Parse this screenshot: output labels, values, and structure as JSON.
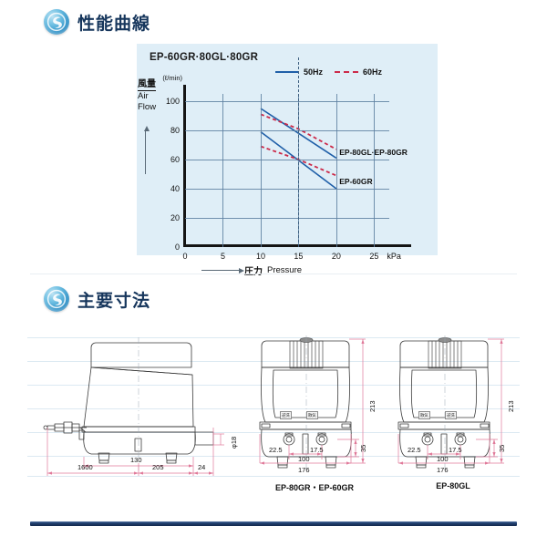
{
  "sections": [
    {
      "id": "performance",
      "title": "性能曲線",
      "icon": "swirl-logo-icon"
    },
    {
      "id": "dimensions",
      "title": "主要寸法",
      "icon": "swirl-logo-icon"
    }
  ],
  "chart_panel": {
    "title": "EP-60GR·80GL·80GR",
    "background": "#dfeef7"
  },
  "chart_data": {
    "type": "line",
    "title": "EP-60GR·80GL·80GR",
    "xlabel": "圧力  Pressure",
    "xlabel_jp": "圧力",
    "xlabel_en": "Pressure",
    "xunit": "kPa",
    "ylabel_jp": "風量",
    "ylabel_en1": "Air",
    "ylabel_en2": "Flow",
    "yunit": "(ℓ/min)",
    "xlim": [
      0,
      27
    ],
    "ylim": [
      0,
      105
    ],
    "xticks": [
      0,
      5,
      10,
      15,
      20,
      25
    ],
    "yticks": [
      0,
      20,
      40,
      60,
      80,
      100
    ],
    "grid": true,
    "rated_pressure_marker": 15,
    "legend": [
      {
        "name": "50Hz",
        "color": "#1f5fa8",
        "style": "solid"
      },
      {
        "name": "60Hz",
        "color": "#cc2a49",
        "style": "dashed"
      }
    ],
    "legend_position": "top-right",
    "series": [
      {
        "name": "EP-80GL・EP-80GR 50Hz",
        "model": "EP-80GL·EP-80GR",
        "freq": "50Hz",
        "color": "#1f5fa8",
        "style": "solid",
        "x": [
          10,
          20
        ],
        "y": [
          95,
          61
        ]
      },
      {
        "name": "EP-80GL・EP-80GR 60Hz",
        "model": "EP-80GL·EP-80GR",
        "freq": "60Hz",
        "color": "#cc2a49",
        "style": "dashed",
        "x": [
          10,
          15,
          20
        ],
        "y": [
          91,
          81,
          67
        ]
      },
      {
        "name": "EP-60GR 50Hz",
        "model": "EP-60GR",
        "freq": "50Hz",
        "color": "#1f5fa8",
        "style": "solid",
        "x": [
          10,
          20
        ],
        "y": [
          79,
          40
        ]
      },
      {
        "name": "EP-60GR 60Hz",
        "model": "EP-60GR",
        "freq": "60Hz",
        "color": "#cc2a49",
        "style": "dashed",
        "x": [
          10,
          15,
          20
        ],
        "y": [
          69,
          60,
          49
        ]
      }
    ],
    "annotations": [
      {
        "text": "EP-80GL·EP-80GR",
        "x": 20.4,
        "y": 65
      },
      {
        "text": "EP-60GR",
        "x": 20.4,
        "y": 45
      }
    ]
  },
  "dimensions": {
    "views": [
      {
        "id": "side",
        "caption": "",
        "labels": [
          {
            "text": "1600",
            "name": "cord-length"
          },
          {
            "text": "205",
            "name": "body-depth"
          },
          {
            "text": "130",
            "name": "foot-pitch"
          },
          {
            "text": "24",
            "name": "outlet-projection"
          },
          {
            "text": "φ18",
            "name": "outlet-diameter"
          }
        ]
      },
      {
        "id": "front-80gr-60gr",
        "caption": "EP-80GR・EP-60GR",
        "ports": [
          "逆洗",
          "散気"
        ],
        "labels": [
          {
            "text": "213",
            "name": "body-height"
          },
          {
            "text": "35",
            "name": "port-height"
          },
          {
            "text": "22.5",
            "name": "left-offset"
          },
          {
            "text": "17.5",
            "name": "right-offset"
          },
          {
            "text": "100",
            "name": "port-pitch"
          },
          {
            "text": "176",
            "name": "body-width"
          }
        ]
      },
      {
        "id": "front-80gl",
        "caption": "EP-80GL",
        "ports": [
          "散気",
          "逆洗"
        ],
        "labels": [
          {
            "text": "213",
            "name": "body-height"
          },
          {
            "text": "35",
            "name": "port-height"
          },
          {
            "text": "22.5",
            "name": "left-offset"
          },
          {
            "text": "17.5",
            "name": "right-offset"
          },
          {
            "text": "100",
            "name": "port-pitch"
          },
          {
            "text": "176",
            "name": "body-width"
          }
        ]
      }
    ]
  },
  "colors": {
    "brand_navy": "#16365c",
    "panel_blue": "#dfeef7",
    "line_50hz": "#1f5fa8",
    "line_60hz": "#cc2a49",
    "dim_pink": "#e07a9a",
    "footer_bar": "#1e3c6b"
  }
}
